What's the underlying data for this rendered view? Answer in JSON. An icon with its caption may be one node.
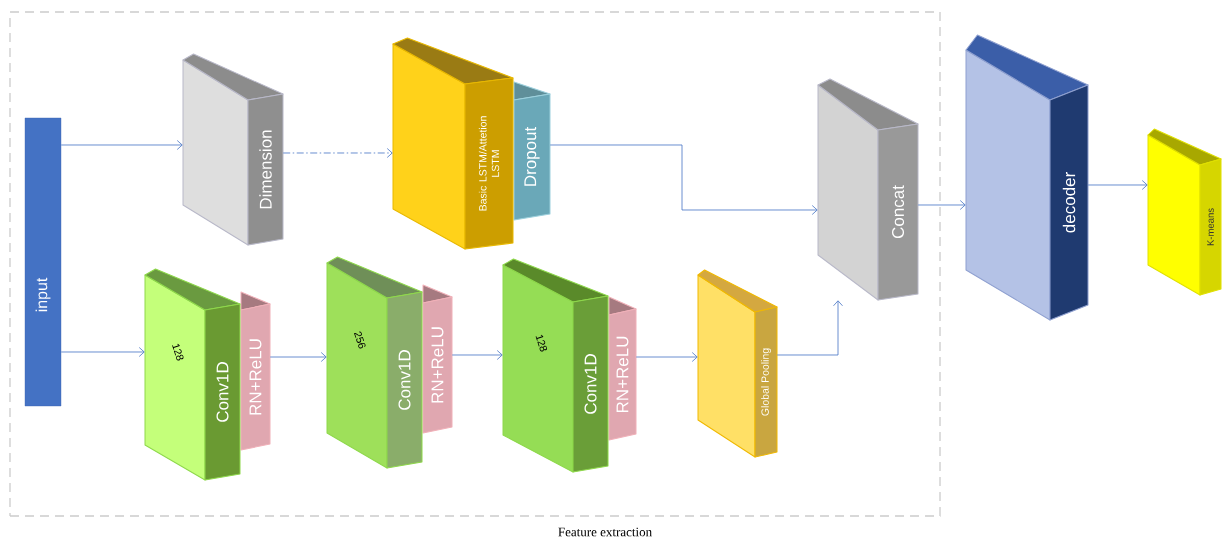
{
  "diagram": {
    "nodes": [
      {
        "text": [
          "Feature extraction"
        ]
      },
      {
        "text": [
          "input"
        ],
        "in": 0
      },
      {
        "text": [
          "Dimension"
        ],
        "in": 0
      },
      {
        "text": [
          "Basic LSTM/Attetion LSTM"
        ],
        "in": 0
      },
      {
        "text": [
          "Dropout"
        ],
        "in": 0
      },
      {
        "text": [
          "128",
          "Conv1D"
        ],
        "in": 0
      },
      {
        "text": [
          "RN+ReLU"
        ],
        "in": 0
      },
      {
        "text": [
          "256",
          "Conv1D"
        ],
        "in": 0
      },
      {
        "text": [
          "RN+ReLU"
        ],
        "in": 0
      },
      {
        "text": [
          "128",
          "Conv1D"
        ],
        "in": 0
      },
      {
        "text": [
          "RN+ReLU"
        ],
        "in": 0
      },
      {
        "text": [
          "Global Pooling"
        ],
        "in": 0
      },
      {
        "text": [
          "Concat"
        ],
        "in": 0
      },
      {
        "text": [
          "decoder"
        ]
      },
      {
        "text": [
          "K-means"
        ]
      }
    ],
    "edges": [
      {
        "from": 1,
        "to": 2,
        "arrow": "to"
      },
      {
        "from": 2,
        "to": 3,
        "arrow": "to",
        "style": "dashed"
      },
      {
        "from": 4,
        "to": 12,
        "arrow": "to"
      },
      {
        "from": 1,
        "to": 5,
        "arrow": "to"
      },
      {
        "from": 6,
        "to": 7,
        "arrow": "to"
      },
      {
        "from": 8,
        "to": 9,
        "arrow": "to"
      },
      {
        "from": 10,
        "to": 11,
        "arrow": "to"
      },
      {
        "from": 11,
        "to": 12,
        "arrow": "to"
      },
      {
        "from": 12,
        "to": 13,
        "arrow": "to"
      },
      {
        "from": 13,
        "to": 14,
        "arrow": "to"
      }
    ]
  }
}
